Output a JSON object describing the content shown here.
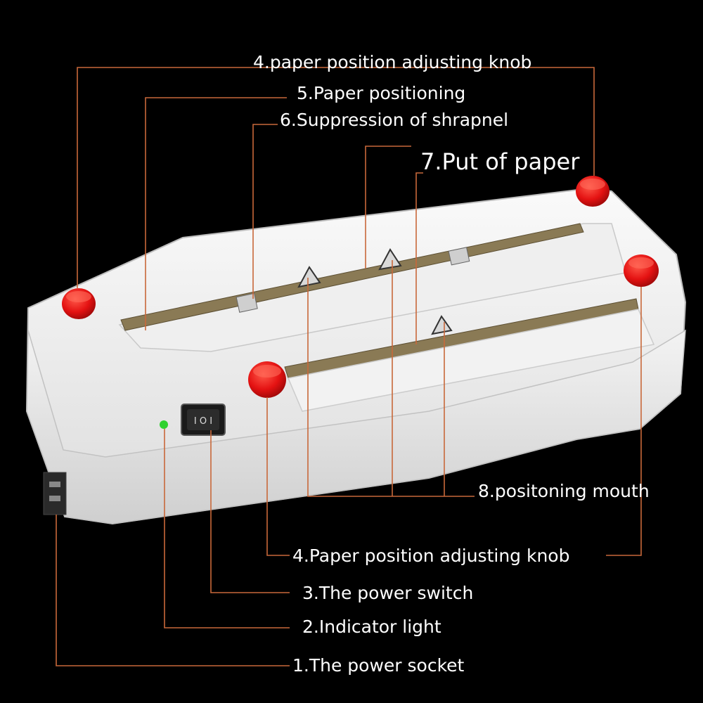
{
  "colors": {
    "background": "#000000",
    "leader_line": "#c8683a",
    "label_text": "#ffffff",
    "knob": "#e41212",
    "indicator": "#2fd12f",
    "body": "#f1f1f1"
  },
  "labels": {
    "knob_top": "4.paper position adjusting knob",
    "paper_positioning": "5.Paper positioning",
    "suppression": "6.Suppression of shrapnel",
    "put_paper": "7.Put of paper",
    "positioning_mouth": "8.positoning mouth",
    "knob_bottom": "4.Paper position adjusting knob",
    "power_switch": "3.The power switch",
    "indicator_light": "2.Indicator light",
    "power_socket": "1.The power socket"
  },
  "switch": {
    "symbols": "I O I"
  }
}
